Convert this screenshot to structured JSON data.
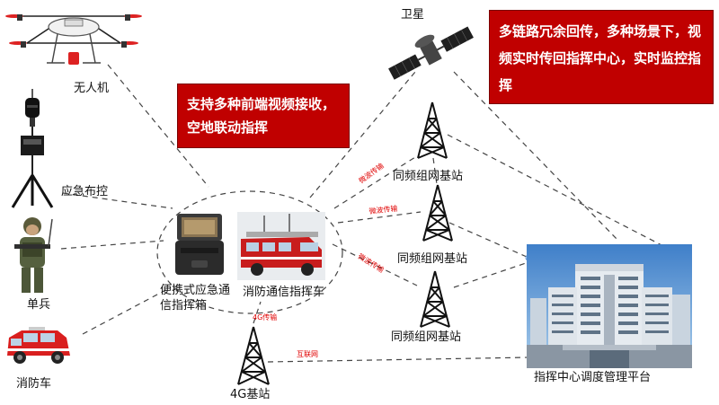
{
  "callouts": {
    "front_end": "支持多种前端视频接收，空地联动指挥",
    "multi_link": "多链路冗余回传，多种场景下，视频实时传回指挥中心，实时监控指挥"
  },
  "nodes": {
    "drone": "无人机",
    "emergency_deploy": "应急布控",
    "soldier": "单兵",
    "fire_truck": "消防车",
    "portable_box": "便携式应急通信指挥箱",
    "command_vehicle": "消防通信指挥车",
    "satellite": "卫星",
    "base_station_1": "同频组网基站",
    "base_station_2": "同频组网基站",
    "base_station_3": "同频组网基站",
    "base_station_4g": "4G基站",
    "command_center": "指挥中心调度管理平台"
  },
  "link_labels": {
    "microwave_1": "微波传输",
    "microwave_2": "微波传输",
    "microwave_3": "微波传输",
    "lte": "4G传输",
    "internet": "互联网"
  },
  "colors": {
    "callout_bg": "#c00000",
    "link_label": "#e00000",
    "dashed_line": "#444444"
  }
}
